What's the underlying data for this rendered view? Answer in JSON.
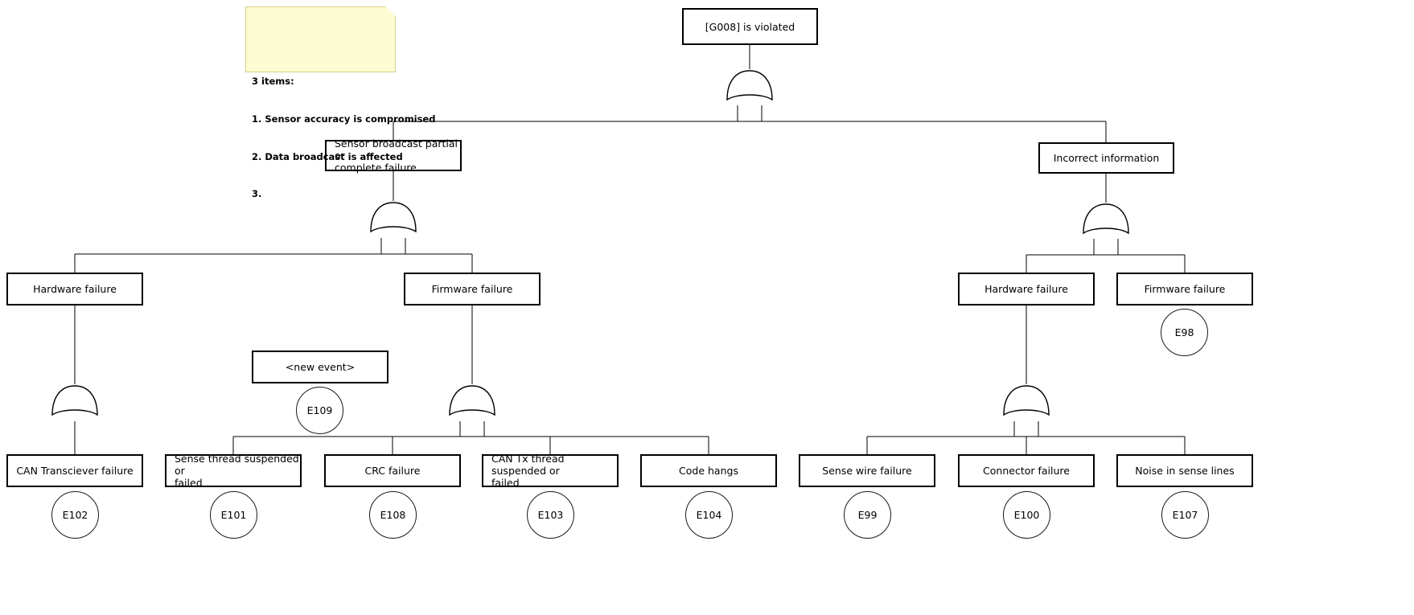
{
  "diagram": {
    "type": "fault-tree",
    "title_node": "[G008] is violated",
    "background": "#ffffff",
    "line_color": "#000000",
    "note_fill": "#fcfbd2",
    "note_border": "#d9cf8a"
  },
  "note": {
    "name": "sticky-note",
    "line1": "3 items:",
    "line2": "1. Sensor accuracy is compromised",
    "line3": "2. Data broadcast is affected",
    "line4": "3."
  },
  "nodes": {
    "root": {
      "label": "[G008] is violated"
    },
    "mid_left": {
      "label": "Sensor broadcast partial or\ncomplete failure"
    },
    "mid_right": {
      "label": "Incorrect information"
    },
    "hw_left": {
      "label": "Hardware failure"
    },
    "fw_left": {
      "label": "Firmware failure"
    },
    "hw_right": {
      "label": "Hardware failure"
    },
    "fw_right": {
      "label": "Firmware failure"
    },
    "new_event": {
      "label": "<new event>"
    },
    "can_transciever": {
      "label": "CAN Transciever failure"
    },
    "sense_thread": {
      "label": "Sense thread suspended or\nfailed"
    },
    "crc": {
      "label": "CRC failure"
    },
    "can_tx_thread": {
      "label": "CAN Tx thread suspended or\nfailed"
    },
    "code_hangs": {
      "label": "Code hangs"
    },
    "sense_wire": {
      "label": "Sense wire failure"
    },
    "connector": {
      "label": "Connector failure"
    },
    "noise": {
      "label": "Noise in sense lines"
    }
  },
  "events": {
    "e98": {
      "id": "E98"
    },
    "e109": {
      "id": "E109"
    },
    "e102": {
      "id": "E102"
    },
    "e101": {
      "id": "E101"
    },
    "e108": {
      "id": "E108"
    },
    "e103": {
      "id": "E103"
    },
    "e104": {
      "id": "E104"
    },
    "e99": {
      "id": "E99"
    },
    "e100": {
      "id": "E100"
    },
    "e107": {
      "id": "E107"
    }
  },
  "gates": {
    "g_root": {
      "type": "OR"
    },
    "g_mid_left": {
      "type": "OR"
    },
    "g_mid_right": {
      "type": "OR"
    },
    "g_hw_left": {
      "type": "OR"
    },
    "g_fw_left": {
      "type": "OR"
    },
    "g_hw_right": {
      "type": "OR"
    }
  }
}
